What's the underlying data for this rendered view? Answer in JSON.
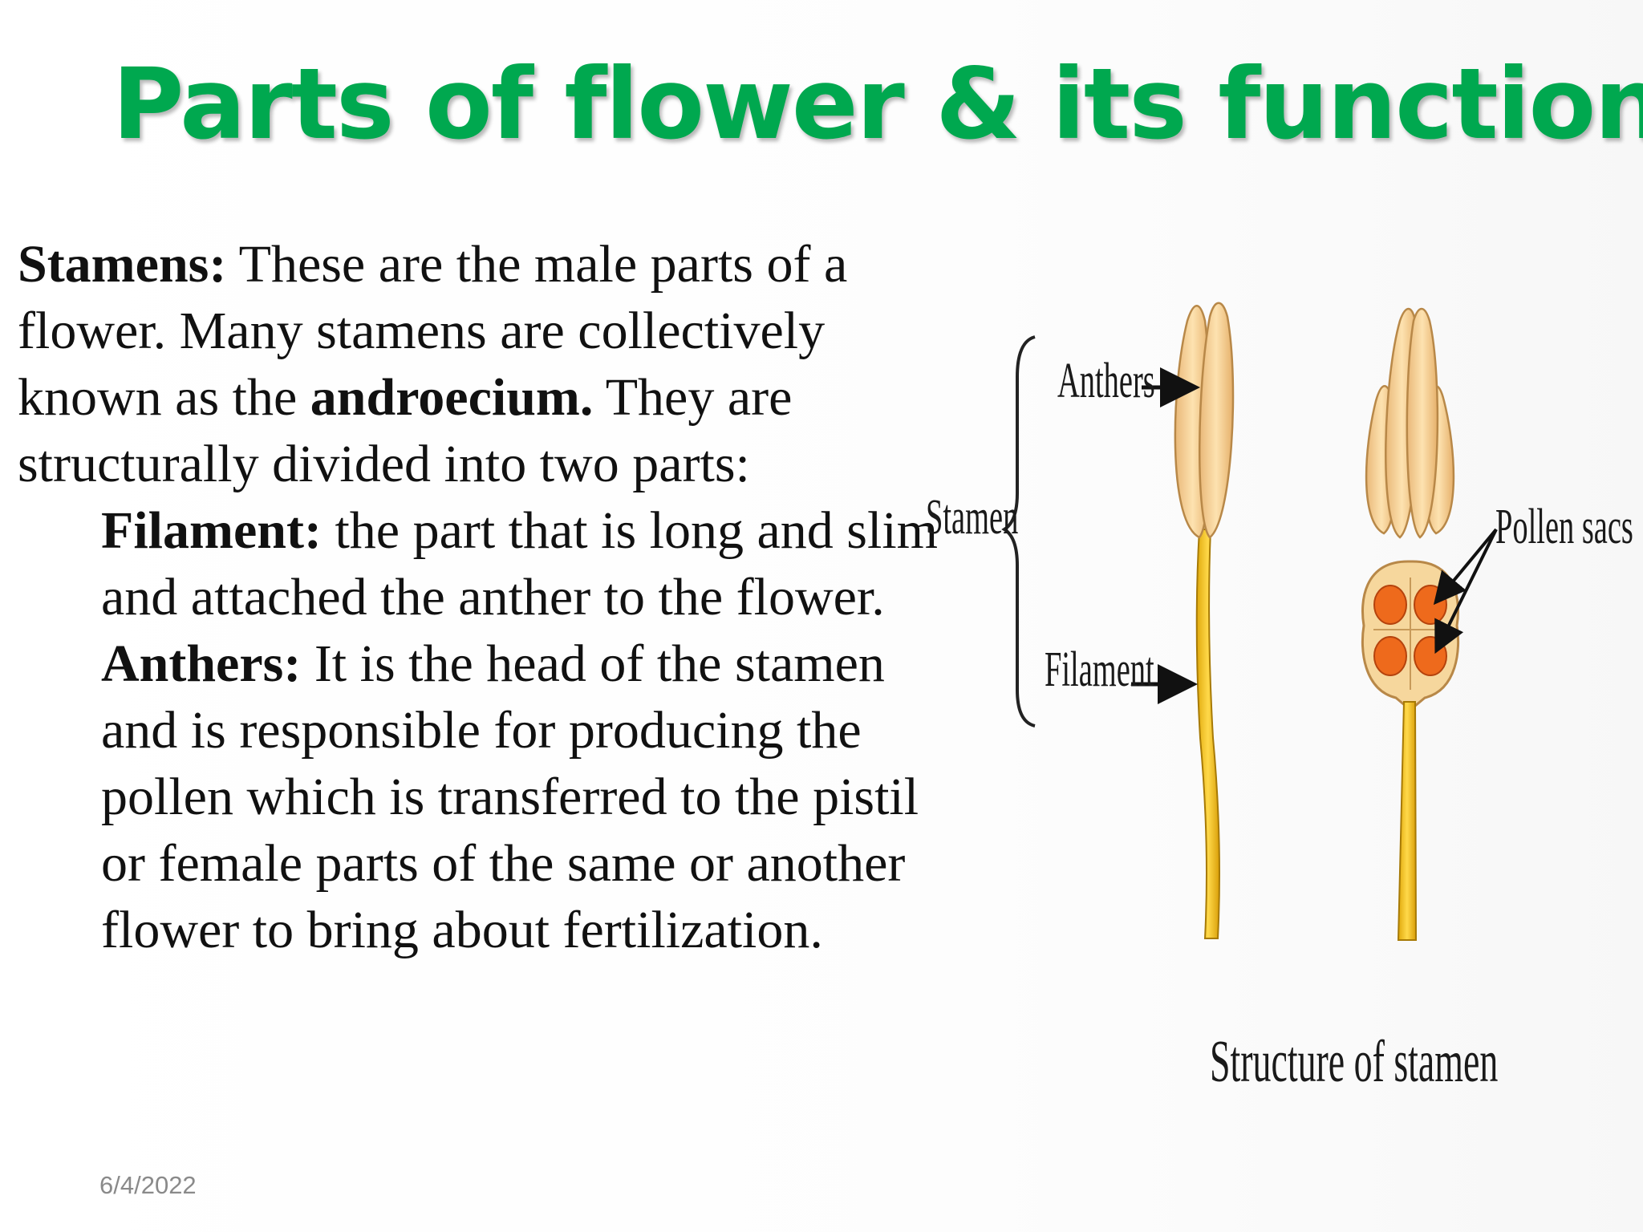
{
  "slide": {
    "title": "Parts of flower & its function",
    "date": "6/4/2022"
  },
  "content": {
    "stamens_label": "Stamens:",
    "stamens_text_1": " These are the male parts of a flower. Many stamens are collectively known as the ",
    "androecium": "androecium.",
    "stamens_text_2": " They are structurally divided into two parts:",
    "filament_label": "Filament:",
    "filament_text": " the part that is long and slim and attached the anther to the flower.",
    "anthers_label": "Anthers:",
    "anthers_text": " It is the head of the stamen and is responsible for producing the pollen which is transferred to the pistil or female parts of the same or another flower to bring about fertilization."
  },
  "figure": {
    "label_stamen": "Stamen",
    "label_anthers": "Anthers",
    "label_filament": "Filament",
    "label_pollen_sacs": "Pollen sacs",
    "caption": "Structure of stamen"
  },
  "colors": {
    "title": "#00a84f",
    "anther_fill": "#f7cf8f",
    "filament_fill": "#f2c218",
    "pollen_fill": "#ee6a1c"
  }
}
